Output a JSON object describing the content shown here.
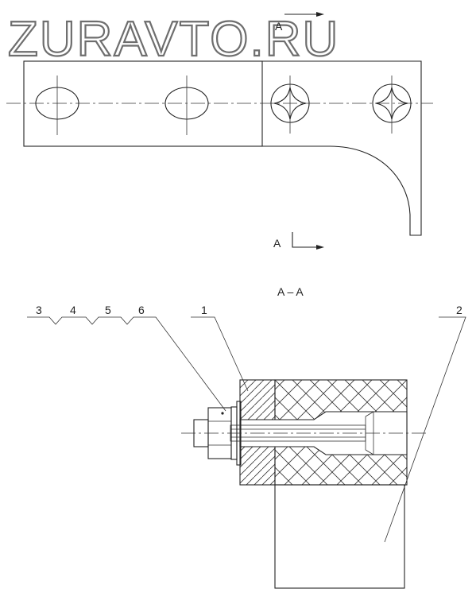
{
  "watermark": "ZURAVTO.RU",
  "view_marker": "A",
  "section_title": "A – A",
  "part_labels": [
    "3",
    "4",
    "5",
    "6",
    "1",
    "2"
  ]
}
